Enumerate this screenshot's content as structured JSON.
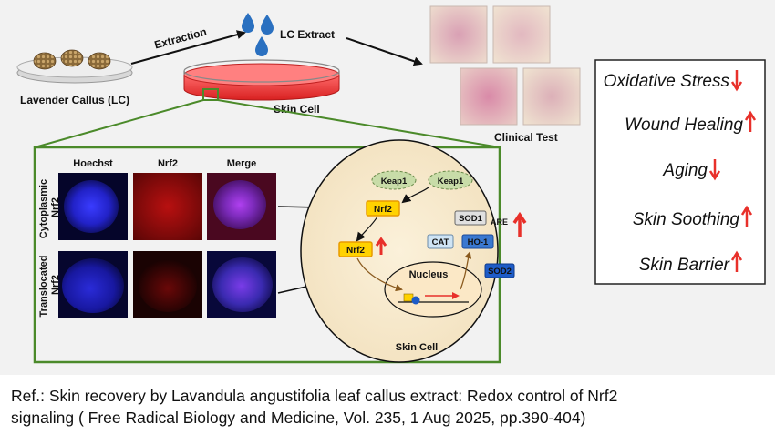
{
  "labels": {
    "callus": "Lavender Callus (LC)",
    "extraction": "Extraction",
    "extract": "LC Extract",
    "skin_cell_top": "Skin Cell",
    "clinical": "Clinical Test",
    "skin_cell_bottom": "Skin Cell"
  },
  "micro": {
    "cols": [
      "Hoechst",
      "Nrf2",
      "Merge"
    ],
    "row1": "Cytoplasmic\nNrf2",
    "row2": "Translocated\nNrf2"
  },
  "cell": {
    "keap1_a": "Keap1",
    "keap1_b": "Keap1",
    "nrf2_a": "Nrf2",
    "nrf2_b": "Nrf2",
    "nucleus": "Nucleus",
    "sod1": "SOD1",
    "are": "ARE",
    "cat": "CAT",
    "ho1": "HO-1",
    "sod2": "SOD2"
  },
  "effects": [
    {
      "text": "Oxidative Stress",
      "direction": "down"
    },
    {
      "text": "Wound Healing",
      "direction": "up"
    },
    {
      "text": "Aging",
      "direction": "down"
    },
    {
      "text": "Skin Soothing",
      "direction": "up"
    },
    {
      "text": "Skin Barrier",
      "direction": "up"
    }
  ],
  "reference": "Ref.: Skin recovery by Lavandula angustifolia leaf callus extract: Redox control of Nrf2\nsignaling ( Free Radical Biology and Medicine, Vol. 235, 1 Aug 2025, pp.390-404)",
  "colors": {
    "arrow_red": "#e8302a",
    "frame_green": "#4b8a2a",
    "drop_blue": "#2a70c0",
    "nrf2_fill": "#ffd200"
  }
}
